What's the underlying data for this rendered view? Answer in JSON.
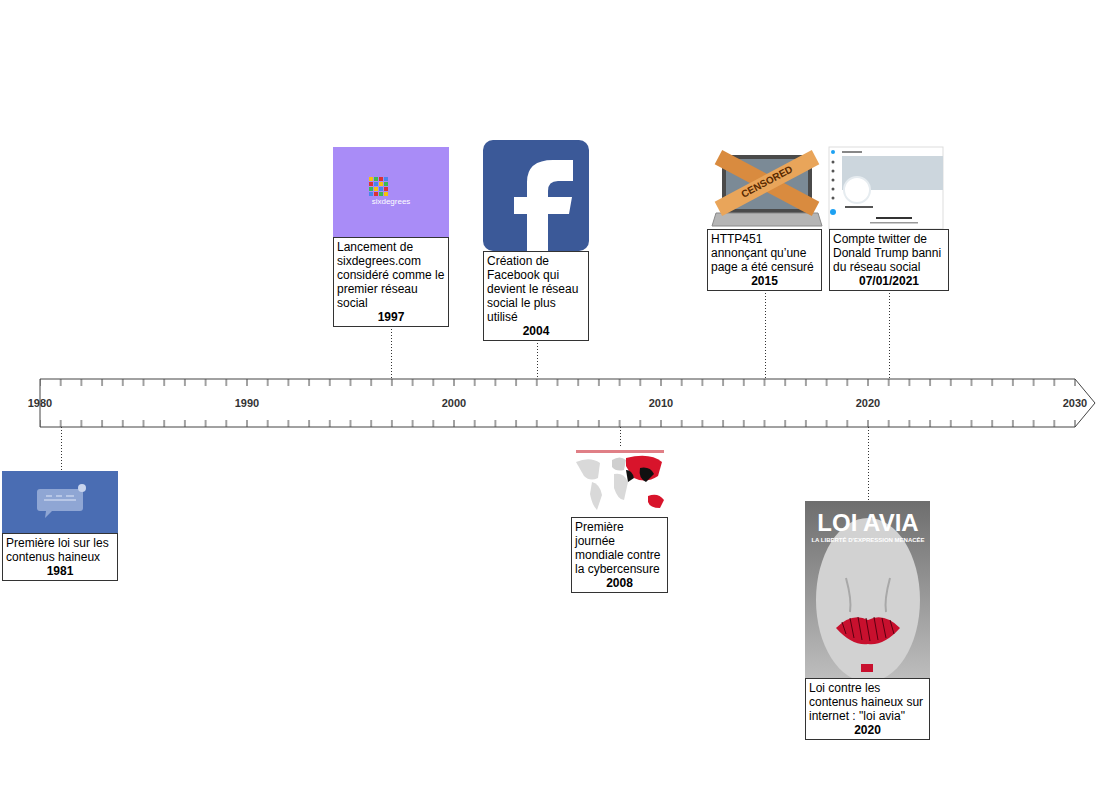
{
  "diagram": {
    "nodes": [
      {
        "text": [
          "Première loi sur les contenus haineux",
          "1981"
        ]
      },
      {
        "text": [
          "Lancement de sixdegrees.com considéré comme le premier réseau social",
          "1997"
        ]
      },
      {
        "text": [
          "Création de Facebook qui devient le réseau social le plus utilisé",
          "2004"
        ]
      },
      {
        "text": [
          "Première journée mondiale contre la cybercensure",
          "2008"
        ]
      },
      {
        "text": [
          "HTTP451 annonçant qu’une page a été censuré",
          "2015"
        ]
      },
      {
        "text": [
          "Loi contre les contenus haineux sur internet : \"loi avia\"",
          "2020"
        ]
      },
      {
        "text": [
          "Compte twitter de Donald Trump banni du réseau social",
          "07/01/2021"
        ]
      }
    ],
    "labels": [
      "1980",
      "1990",
      "2000",
      "2010",
      "2020",
      "2030",
      "sixdegrees",
      "CENSORED",
      "LOI AVIA",
      "LA LIBERTÉ D'EXPRESSION MENACÉE"
    ]
  }
}
